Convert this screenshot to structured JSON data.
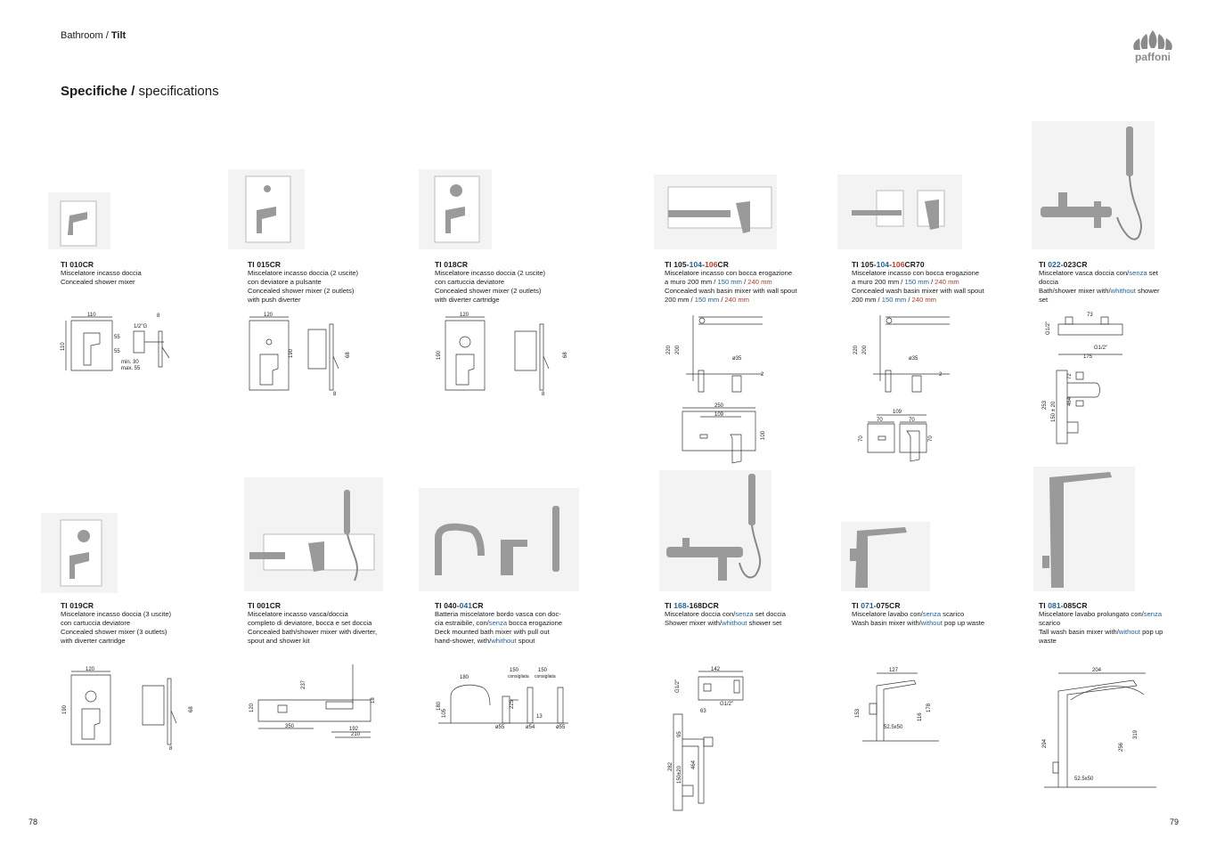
{
  "header": {
    "section": "Bathroom",
    "collection": "Tilt",
    "brand": "paffoni"
  },
  "title": {
    "main": "Specifiche",
    "sub": "specifications"
  },
  "pages": {
    "left": "78",
    "right": "79"
  },
  "products": [
    {
      "code": "TI 010CR",
      "lines": [
        "Miscelatore incasso doccia",
        "Concealed shower mixer"
      ]
    },
    {
      "code": "TI 015CR",
      "lines": [
        "Miscelatore incasso doccia (2 uscite)",
        "con deviatore a pulsante",
        "Concealed shower mixer (2 outlets)",
        "with push diverter"
      ]
    },
    {
      "code": "TI 018CR",
      "lines": [
        "Miscelatore incasso doccia (2 uscite)",
        "con cartuccia deviatore",
        "Concealed shower mixer (2 outlets)",
        "with diverter cartridge"
      ]
    },
    {
      "code_parts": [
        "TI 105-",
        "104",
        "-",
        "106",
        "CR"
      ],
      "lines_html": true
    },
    {
      "code_parts": [
        "TI 105-",
        "104",
        "-",
        "106",
        "CR70"
      ]
    },
    {
      "code_parts": [
        "TI ",
        "022",
        "-023CR"
      ]
    },
    {
      "code": "TI 019CR",
      "lines": [
        "Miscelatore incasso doccia (3 uscite)",
        "con cartuccia deviatore",
        "Concealed shower mixer (3 outlets)",
        "with diverter cartridge"
      ]
    },
    {
      "code": "TI 001CR",
      "lines": [
        "Miscelatore incasso vasca/doccia",
        "completo di deviatore, bocca e set doccia",
        "Concealed bath/shower mixer with diverter,",
        "spout and shower kit"
      ]
    },
    {
      "code_parts": [
        "TI 040-",
        "041",
        "CR"
      ]
    },
    {
      "code_parts": [
        "TI ",
        "168",
        "-168DCR"
      ]
    },
    {
      "code_parts": [
        "TI ",
        "071",
        "-075CR"
      ]
    },
    {
      "code_parts": [
        "TI ",
        "081",
        "-085CR"
      ]
    }
  ],
  "text": {
    "p4_l1": "Miscelatore incasso con bocca erogazione",
    "p4_l2a": "a muro 200 mm / ",
    "p4_150": "150 mm",
    "p4_sep": " / ",
    "p4_240": "240 mm",
    "p4_l3": "Concealed wash basin mixer with wall spout",
    "p4_l4a": "200 mm / ",
    "p6_l1a": "Miscelatore vasca doccia con/",
    "senza": "senza",
    "p6_l1b": " set",
    "p6_l2": "doccia",
    "p6_l3a": "Bath/shower mixer with/",
    "whithout": "whithout",
    "p6_l3b": " shower",
    "p6_l4": "set",
    "p9_l1": "Batteria miscelatore bordo vasca con doc-",
    "p9_l2a": "cia estraibile, con/",
    "p9_l2b": " bocca erogazione",
    "p9_l3": "Deck mounted bath mixer with pull out",
    "p9_l4a": "hand-shower, with/",
    "p9_l4b": " spout",
    "p10_l1a": "Miscelatore doccia con/",
    "p10_l1b": " set doccia",
    "p10_l2a": "Shower mixer with/",
    "p10_l2b": " shower set",
    "p11_l1a": "Miscelatore lavabo con/",
    "p11_l1b": " scarico",
    "p11_l2a": "Wash basin mixer with/",
    "without": "without",
    "p11_l2b": " pop up waste",
    "p12_l1a": "Miscelatore lavabo prolungato con/",
    "p12_l2": "scarico",
    "p12_l3a": "Tall wash basin mixer with/",
    "p12_l3b": " pop up",
    "p12_l4": "waste"
  },
  "dims": {
    "d1": [
      "110",
      "110",
      "55",
      "55",
      "1/2\"G",
      "8",
      "min. 30",
      "max. 55"
    ],
    "d2": [
      "120",
      "190",
      "68",
      "8"
    ],
    "d3": [
      "120",
      "190",
      "68",
      "8"
    ],
    "d4": [
      "220",
      "200",
      "ø35",
      "2",
      "250",
      "109",
      "100"
    ],
    "d5": [
      "220",
      "200",
      "ø35",
      "2",
      "109",
      "70",
      "70",
      "70",
      "70"
    ],
    "d6": [
      "G1/2\"",
      "73",
      "G1/2\"",
      "175",
      "253",
      "150 ± 20",
      "464",
      "72"
    ],
    "d7": [
      "120",
      "190",
      "68",
      "8"
    ],
    "d8": [
      "120",
      "237",
      "350",
      "192",
      "210",
      "18"
    ],
    "d9": [
      "150",
      "150",
      "consigliata",
      "consigliata",
      "180",
      "180",
      "105",
      "225",
      "13",
      "ø55",
      "ø54",
      "ø55"
    ],
    "d10": [
      "142",
      "G1/2\"",
      "G1/2\"",
      "63",
      "95",
      "282",
      "150±20",
      "464"
    ],
    "d11": [
      "127",
      "153",
      "116",
      "178",
      "52.5x50"
    ],
    "d12": [
      "204",
      "294",
      "256",
      "319",
      "52.5x50"
    ]
  },
  "colors": {
    "accent_blue": "#1f5f9c",
    "accent_red": "#c0392b",
    "logo": "#8a8a8a"
  }
}
